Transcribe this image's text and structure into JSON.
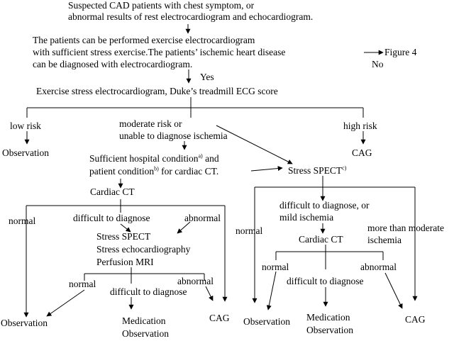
{
  "nodes": {
    "suspected_line1": "Suspected CAD patients with chest symptom, or",
    "suspected_line2": "abnormal results of rest electrocardiogram and echocardiogram.",
    "can_perform_line1": "The patients can be performed exercise electrocardiogram",
    "can_perform_line2": "with sufficient stress exercise.The patients’ ischemic heart disease",
    "can_perform_line3": "can be diagnosed with electrocardiogram.",
    "yes": "Yes",
    "figure4": "Figure 4",
    "no": "No",
    "exercise_ecg": "Exercise stress electrocardiogram, Duke’s treadmill ECG score",
    "low_risk": "low risk",
    "moderate_line1": "moderate risk or",
    "moderate_line2": "unable to diagnose ischemia",
    "high_risk": "high risk",
    "observation_left": "Observation",
    "cag_top": "CAG",
    "sufficient_line1": "Sufficient hospital condition",
    "sufficient_sup1": "a)",
    "sufficient_and": " and",
    "sufficient_line2": "patient condition",
    "sufficient_sup2": "b)",
    "sufficient_line2_rest": " for cardiac CT.",
    "stress_spect": "Stress SPECT",
    "stress_spect_sup": "c)",
    "cardiac_ct_left": "Cardiac CT",
    "normal_left": "normal",
    "difficult_left": "difficult to diagnose",
    "abnormal_left": "abnormal",
    "stress_tests_line1": "Stress SPECT",
    "stress_tests_line2": "Stress echocardiography",
    "stress_tests_line3": "Perfusion MRI",
    "normal_mid": "normal",
    "abnormal_mid": "abnormal",
    "difficult_mid": "difficult to diagnose",
    "observation_bottom_left": "Observation",
    "medication_left_line1": "Medication",
    "medication_left_line2": "Observation",
    "cag_bottom_left": "CAG",
    "difficult_right_line1": "difficult to diagnose, or",
    "difficult_right_line2": "mild ischemia",
    "normal_right": "normal",
    "more_than_line1": "more than moderate",
    "more_than_line2": "ischemia",
    "cardiac_ct_right": "Cardiac CT",
    "normal_right2": "normal",
    "abnormal_right2": "abnormal",
    "difficult_right2": "difficult to diagnose",
    "observation_bottom_right": "Observation",
    "medication_right_line1": "Medication",
    "medication_right_line2": "Observation",
    "cag_bottom_right": "CAG"
  }
}
